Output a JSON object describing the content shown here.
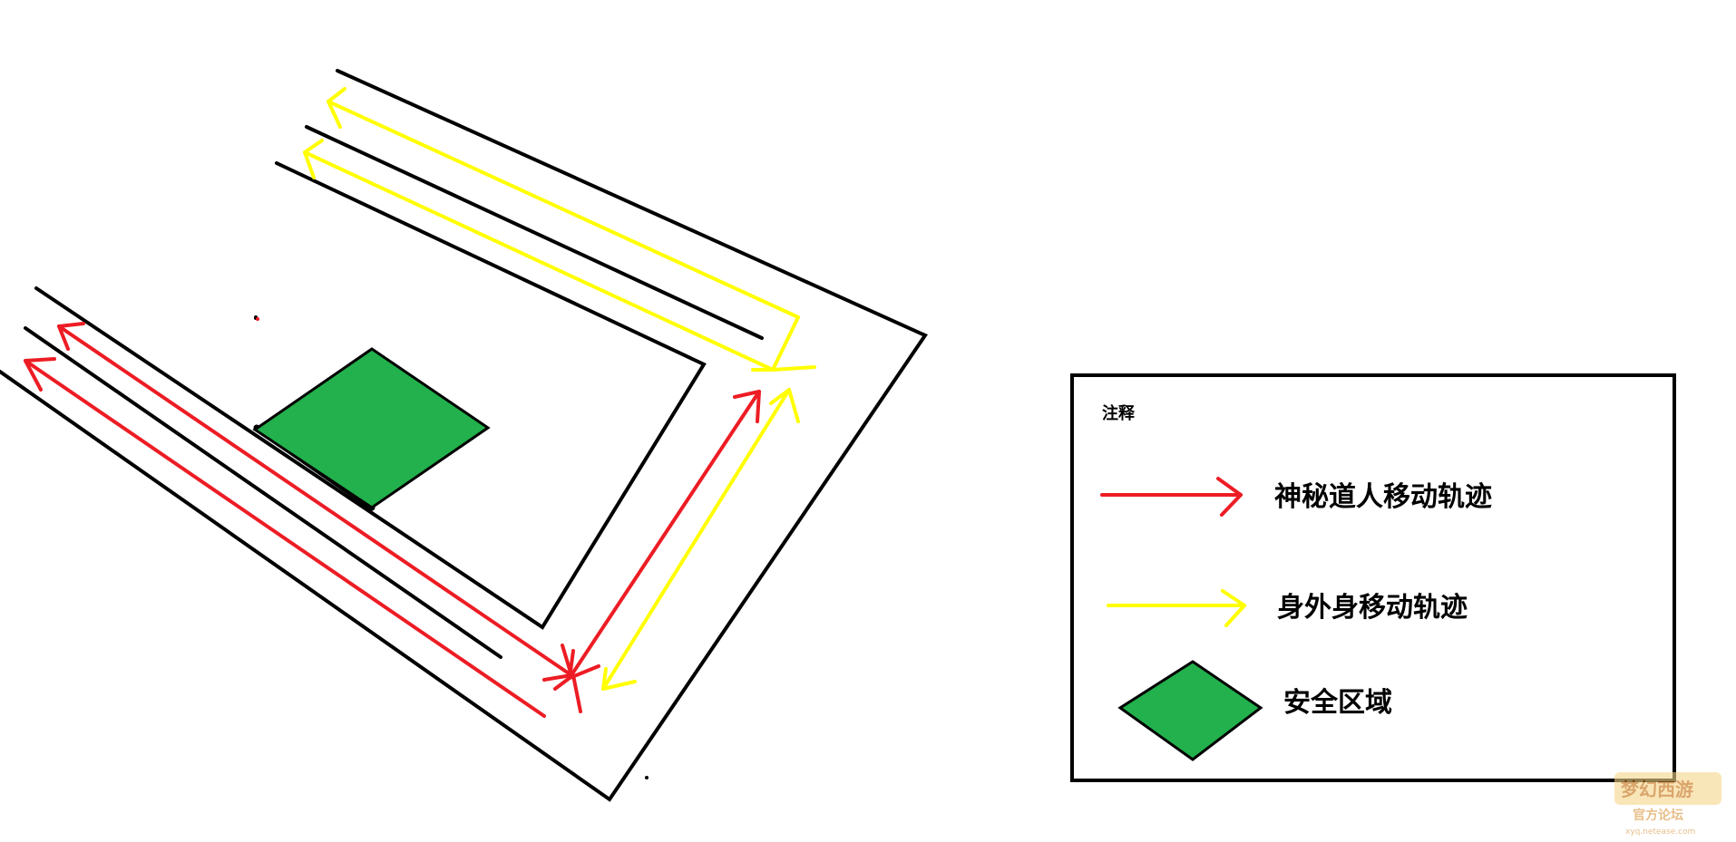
{
  "colors": {
    "background": "#ffffff",
    "walls": "#000000",
    "red_path": "#ed1c24",
    "yellow_path": "#ffff00",
    "safe_zone": "#22b14c"
  },
  "legend": {
    "title": "注释",
    "items": [
      {
        "label": "神秘道人移动轨迹",
        "kind": "red-arrow"
      },
      {
        "label": "身外身移动轨迹",
        "kind": "yellow-arrow"
      },
      {
        "label": "安全区域",
        "kind": "green-diamond"
      }
    ]
  },
  "watermark": {
    "logo_text": "梦幻西游",
    "sub_text": "官方论坛",
    "url": "xyq.netease.com"
  }
}
